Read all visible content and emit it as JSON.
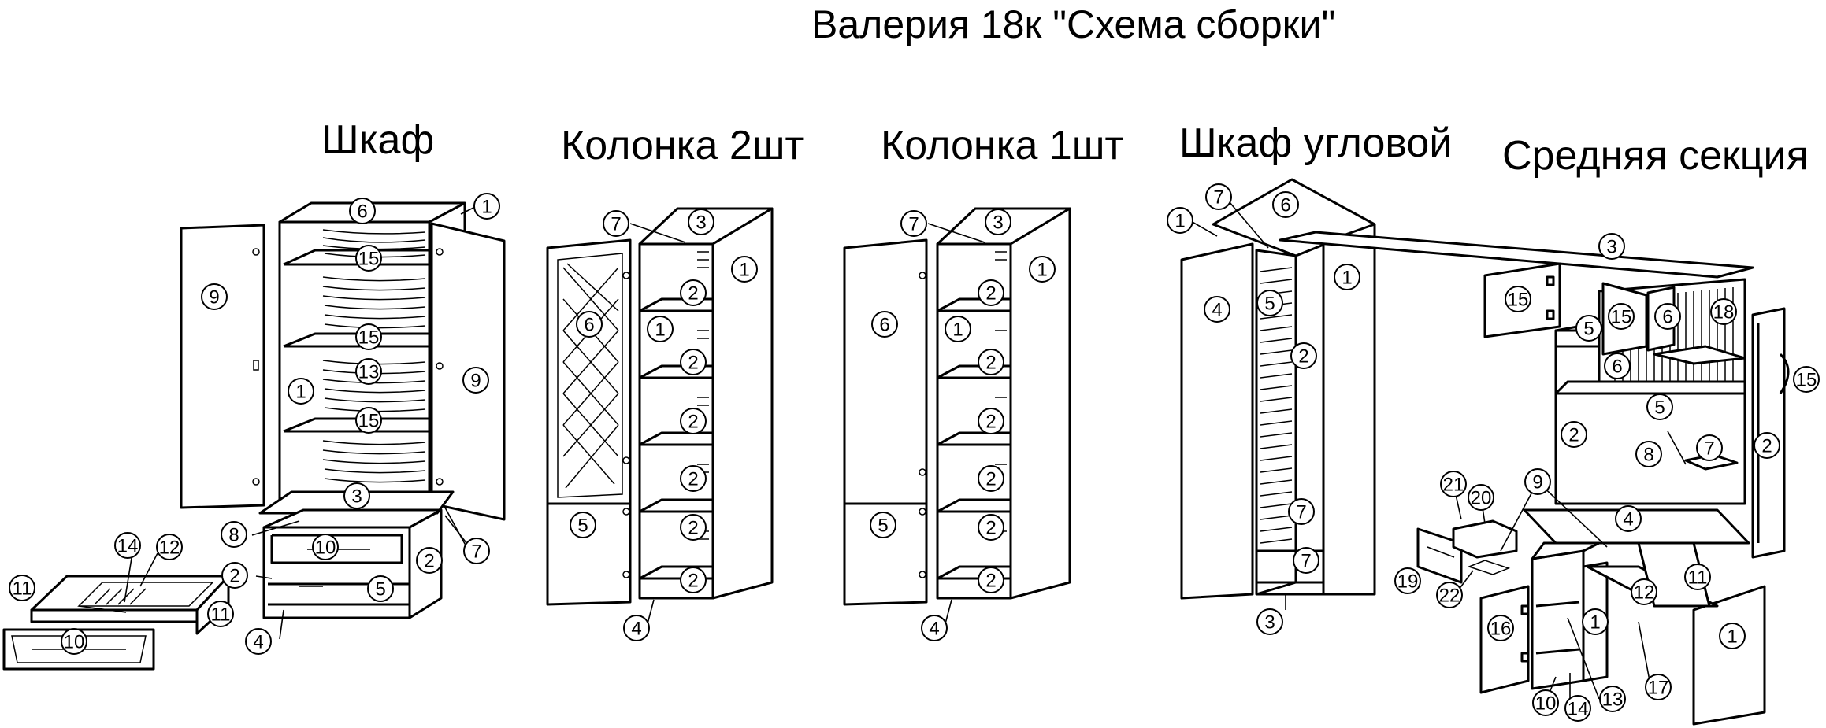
{
  "title": "Валерия 18к \"Схема сборки\"",
  "sections": [
    {
      "id": "shkaf",
      "title": "Шкаф",
      "callouts": [
        "1",
        "6",
        "15",
        "15",
        "13",
        "15",
        "9",
        "9",
        "1",
        "3",
        "8",
        "10",
        "2",
        "2",
        "7",
        "5",
        "4",
        "14",
        "12",
        "11",
        "11",
        "10"
      ]
    },
    {
      "id": "kolonka2",
      "title": "Колонка 2шт",
      "callouts": [
        "7",
        "3",
        "1",
        "6",
        "2",
        "1",
        "2",
        "2",
        "2",
        "2",
        "5",
        "2",
        "4"
      ]
    },
    {
      "id": "kolonka1",
      "title": "Колонка 1шт",
      "callouts": [
        "7",
        "3",
        "1",
        "6",
        "2",
        "1",
        "2",
        "2",
        "2",
        "2",
        "5",
        "2",
        "4"
      ]
    },
    {
      "id": "shkaf-uglovoy",
      "title": "Шкаф угловой",
      "callouts": [
        "7",
        "6",
        "1",
        "1",
        "4",
        "5",
        "2",
        "7",
        "7",
        "3"
      ]
    },
    {
      "id": "srednyaya-sektsiya",
      "title": "Средняя секция",
      "callouts": [
        "3",
        "15",
        "15",
        "6",
        "18",
        "5",
        "15",
        "6",
        "5",
        "2",
        "8",
        "7",
        "2",
        "9",
        "4",
        "21",
        "20",
        "11",
        "19",
        "22",
        "12",
        "16",
        "1",
        "1",
        "10",
        "14",
        "13",
        "17"
      ]
    }
  ]
}
